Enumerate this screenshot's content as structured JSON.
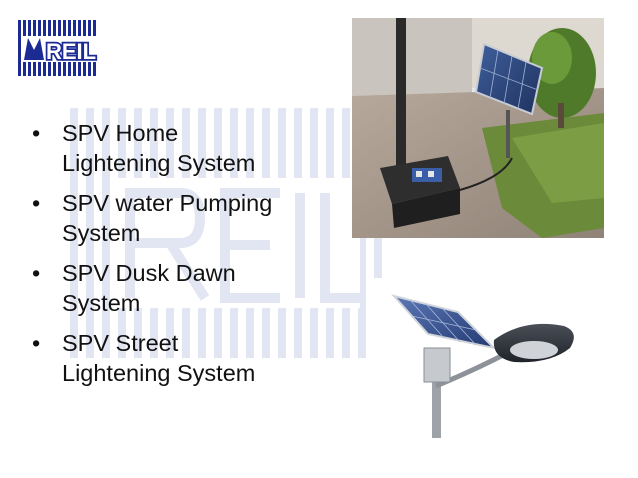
{
  "logo": {
    "text": "REIL"
  },
  "bullets": [
    {
      "line1": "SPV Home",
      "line2": "Lightening System"
    },
    {
      "line1": "SPV water Pumping",
      "line2": "System"
    },
    {
      "line1": "SPV Dusk Dawn",
      "line2": "System"
    },
    {
      "line1": "SPV Street",
      "line2": "Lightening System"
    }
  ],
  "bullet_glyph": "•",
  "colors": {
    "brand_blue": "#1c2a94",
    "watermark": "#7f8fc8",
    "text": "#111111"
  }
}
